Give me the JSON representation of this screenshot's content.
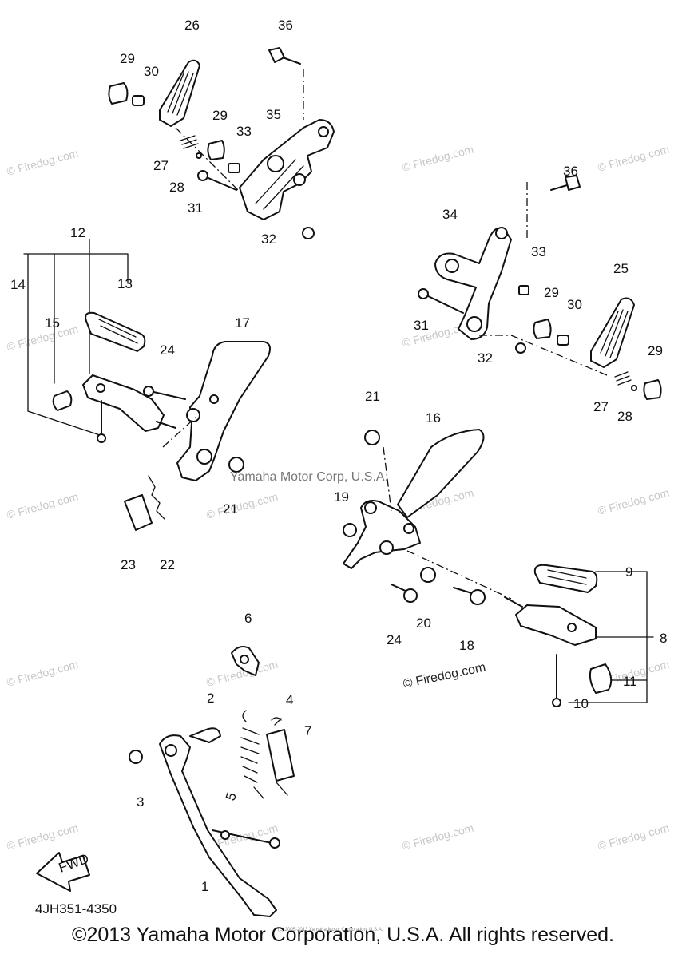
{
  "part_labels": [
    "1",
    "2",
    "3",
    "4",
    "5",
    "6",
    "7",
    "8",
    "9",
    "10",
    "11",
    "12",
    "13",
    "14",
    "15",
    "16",
    "17",
    "18",
    "19",
    "20",
    "21",
    "21",
    "22",
    "23",
    "24",
    "24",
    "25",
    "26",
    "27",
    "27",
    "28",
    "28",
    "29",
    "29",
    "29",
    "29",
    "30",
    "30",
    "31",
    "31",
    "32",
    "32",
    "33",
    "33",
    "34",
    "35",
    "36",
    "36"
  ],
  "watermark": "© Firedog.com",
  "center_note": "Yamaha Motor Corp, U.S.A.",
  "fwd_label": "FWD",
  "diagram_code": "4JH351-4350",
  "small_note": "(c) 2005-2013 Yamaha Motor Corporation, U.S.A.",
  "copyright": "©2013 Yamaha Motor Corporation, U.S.A. All rights reserved."
}
